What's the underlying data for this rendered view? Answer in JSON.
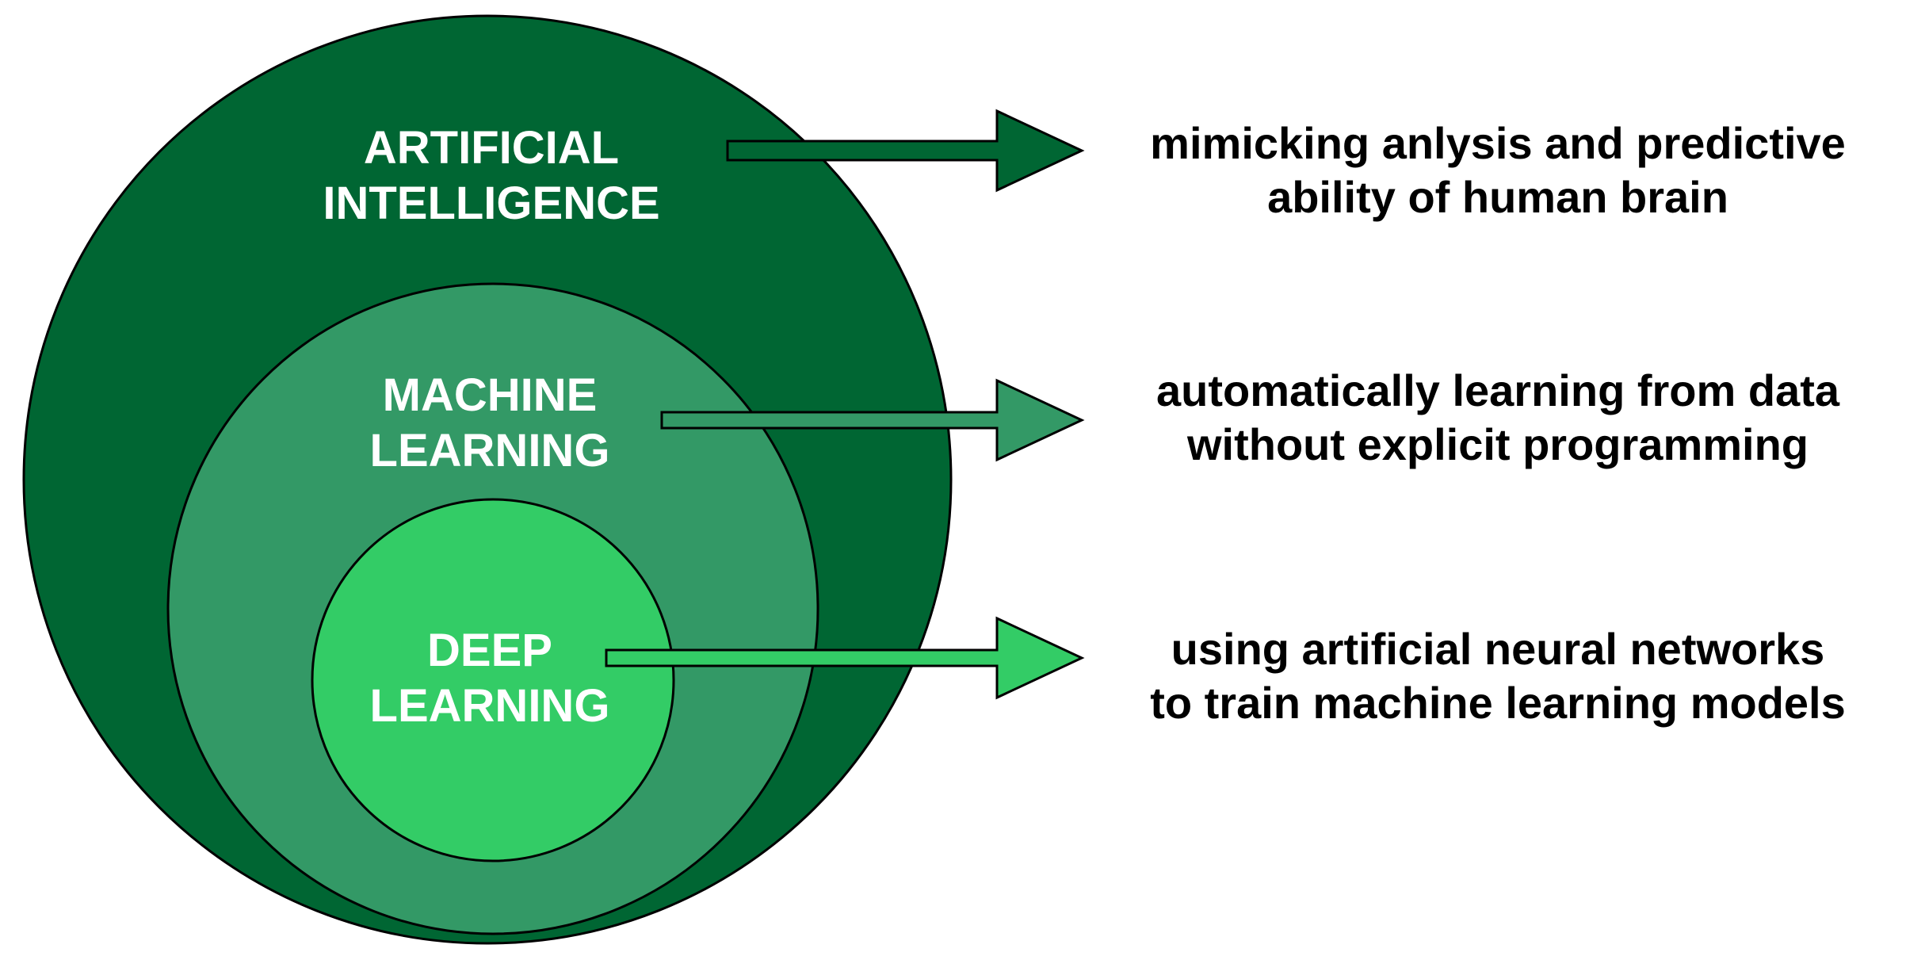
{
  "colors": {
    "ai": "#006633",
    "ml": "#339966",
    "dl": "#33cc66",
    "outline": "#000000",
    "label_text": "#ffffff",
    "desc_text": "#000000"
  },
  "levels": [
    {
      "id": "ai",
      "label_lines": [
        "ARTIFICIAL",
        "INTELLIGENCE"
      ],
      "description_lines": [
        "mimicking anlysis and predictive",
        "ability of human brain"
      ]
    },
    {
      "id": "ml",
      "label_lines": [
        "MACHINE",
        "LEARNING"
      ],
      "description_lines": [
        "automatically learning from data",
        "without explicit programming"
      ]
    },
    {
      "id": "dl",
      "label_lines": [
        "DEEP",
        "LEARNING"
      ],
      "description_lines": [
        "using artificial neural networks",
        "to train machine learning models"
      ]
    }
  ]
}
